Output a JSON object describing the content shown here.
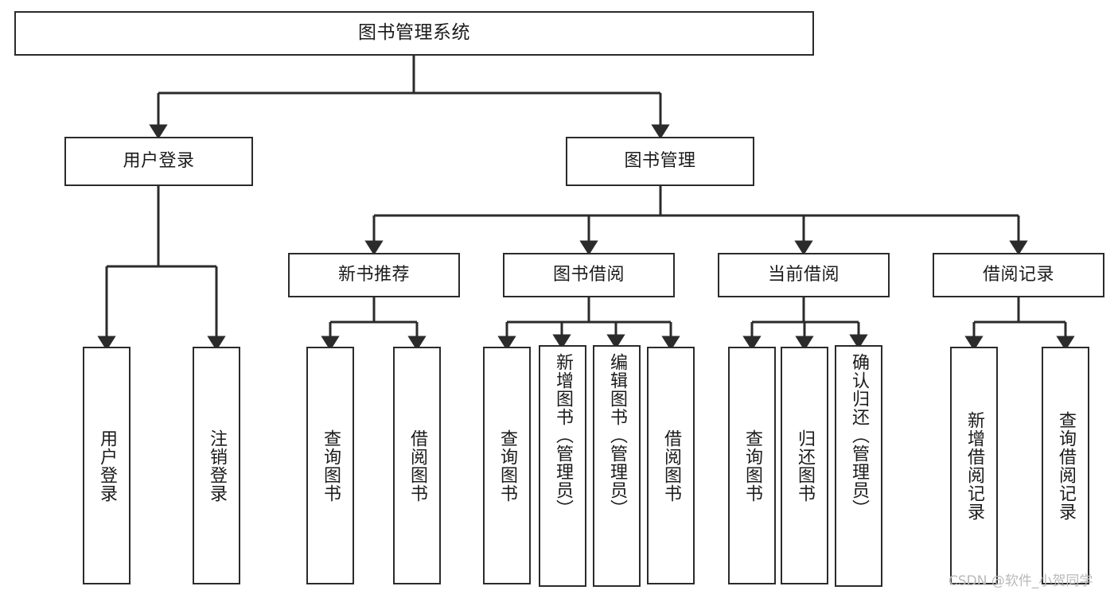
{
  "diagram": {
    "type": "tree-hierarchy-chart",
    "title": "图书管理系统",
    "stroke_color": "#2b2b2b",
    "fill_color": "#ffffff",
    "text_color": "#1b1b1b",
    "watermark": "CSDN @软件_小贺同学",
    "levels": {
      "root": {
        "id": "root",
        "label": "图书管理系统"
      },
      "level2": [
        {
          "id": "user-login",
          "label": "用户登录"
        },
        {
          "id": "book-management",
          "label": "图书管理"
        }
      ],
      "level3": [
        {
          "id": "new-book-recommend",
          "label": "新书推荐",
          "parent": "book-management"
        },
        {
          "id": "book-borrow",
          "label": "图书借阅",
          "parent": "book-management"
        },
        {
          "id": "current-borrow",
          "label": "当前借阅",
          "parent": "book-management"
        },
        {
          "id": "borrow-record",
          "label": "借阅记录",
          "parent": "book-management"
        }
      ],
      "leaves": [
        {
          "id": "leaf-user-login",
          "label": "用户登录",
          "parent": "user-login"
        },
        {
          "id": "leaf-logout-login",
          "label": "注销登录",
          "parent": "user-login"
        },
        {
          "id": "leaf-query-book-1",
          "label": "查询图书",
          "parent": "new-book-recommend"
        },
        {
          "id": "leaf-borrow-book-1",
          "label": "借阅图书",
          "parent": "new-book-recommend"
        },
        {
          "id": "leaf-query-book-2",
          "label": "查询图书",
          "parent": "book-borrow"
        },
        {
          "id": "leaf-add-book",
          "label": "新增图书（管理员）",
          "parent": "book-borrow"
        },
        {
          "id": "leaf-edit-book",
          "label": "编辑图书（管理员）",
          "parent": "book-borrow"
        },
        {
          "id": "leaf-borrow-book-2",
          "label": "借阅图书",
          "parent": "book-borrow"
        },
        {
          "id": "leaf-query-book-3",
          "label": "查询图书",
          "parent": "current-borrow"
        },
        {
          "id": "leaf-return-book",
          "label": "归还图书",
          "parent": "current-borrow"
        },
        {
          "id": "leaf-confirm-return",
          "label": "确认归还（管理员）",
          "parent": "current-borrow"
        },
        {
          "id": "leaf-add-record",
          "label": "新增借阅记录",
          "parent": "borrow-record"
        },
        {
          "id": "leaf-query-record",
          "label": "查询借阅记录",
          "parent": "borrow-record"
        }
      ]
    }
  }
}
